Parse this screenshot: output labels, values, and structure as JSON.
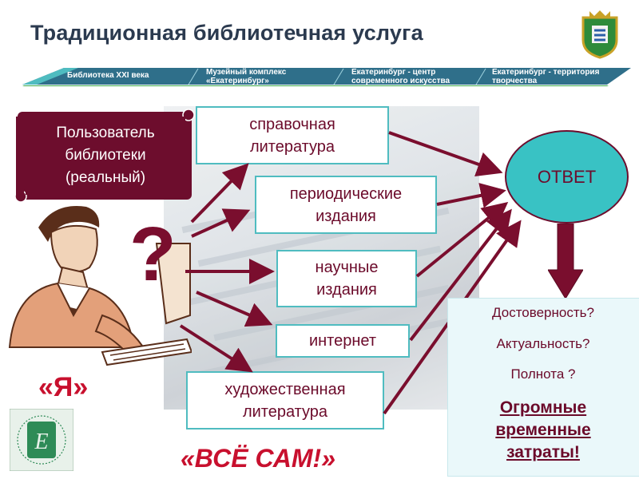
{
  "title": "Традиционная библиотечная услуга",
  "banner": {
    "items": [
      "Библиотека XXI века",
      "Музейный комплекс «Екатеринбург»",
      "Екатеринбург - центр современного искусства",
      "Екатеринбург - территория творчества"
    ]
  },
  "user_scroll": {
    "line1": "Пользователь",
    "line2": "библиотеки",
    "line3": "(реальный)"
  },
  "question_mark": "?",
  "ya_label": "«Я»",
  "sources": [
    {
      "line1": "справочная",
      "line2": "литература"
    },
    {
      "line1": "периодические",
      "line2": "издания"
    },
    {
      "line1": "научные",
      "line2": "издания"
    },
    {
      "line1": "интернет",
      "line2": ""
    },
    {
      "line1": "художественная",
      "line2": "литература"
    }
  ],
  "answer": "ОТВЕТ",
  "questions": {
    "q1": "Достоверность?",
    "q2": "Актуальность?",
    "q3": "Полнота ?",
    "conclusion_line1": "Огромные",
    "conclusion_line2": "временные",
    "conclusion_line3": "затраты!"
  },
  "bottom_slogan": "«ВСЁ САМ!»",
  "colors": {
    "maroon": "#6d0d2d",
    "teal": "#39c2c4",
    "box_border": "#4fbcc0",
    "red_text": "#c8102e",
    "title": "#2b3a4f"
  },
  "icons": [
    "coat-of-arms-icon",
    "library-logo-icon",
    "person-at-computer-illustration"
  ]
}
